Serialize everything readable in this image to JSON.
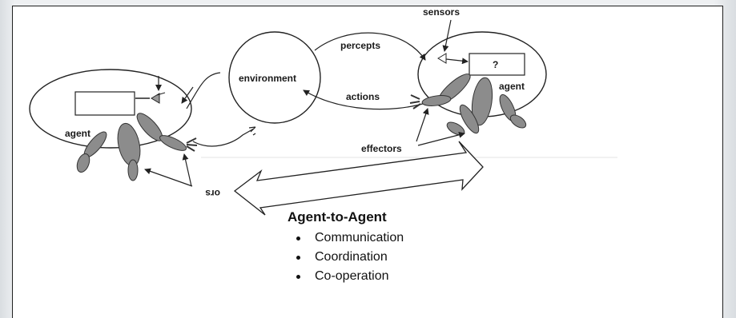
{
  "diagram": {
    "labels": {
      "sensors": "sensors",
      "percepts": "percepts",
      "environment": "environment",
      "actions": "actions",
      "question": "?",
      "agent_right": "agent",
      "agent_left": "agent",
      "effectors": "effectors",
      "ors_mirrored": "ors"
    }
  },
  "agent_to_agent": {
    "title": "Agent-to-Agent",
    "items": [
      {
        "label": "Communication"
      },
      {
        "label": "Coordination"
      },
      {
        "label": "Co-operation"
      }
    ]
  }
}
